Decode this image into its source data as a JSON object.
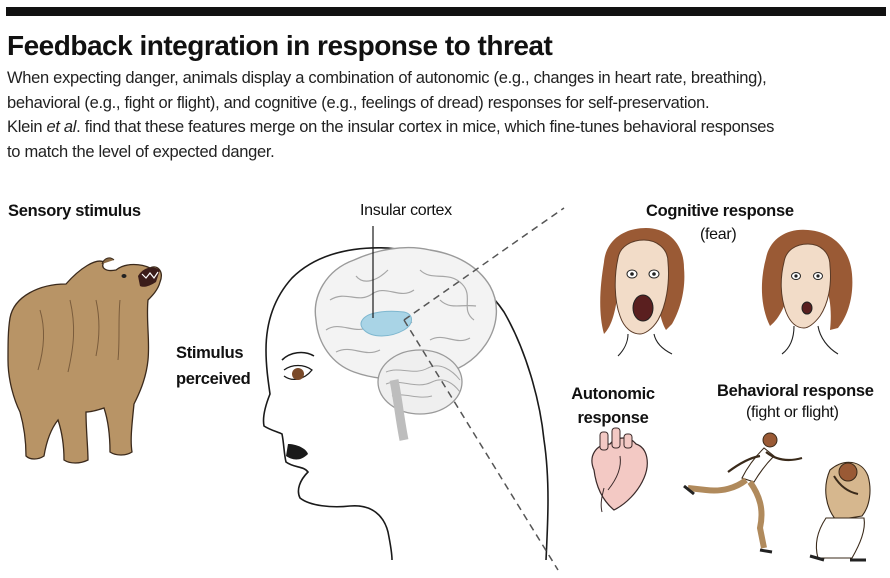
{
  "title": "Feedback integration in response to threat",
  "description": {
    "line1": "When expecting danger, animals display a combination of autonomic (e.g., changes in heart rate, breathing),",
    "line2": "behavioral (e.g., fight or flight), and cognitive (e.g., feelings of dread) responses for self-preservation.",
    "line3_before": "Klein ",
    "line3_italic": "et al",
    "line3_after": ". find that these features merge on the insular cortex in mice, which fine-tunes behavioral responses",
    "line4": "to match the level of expected danger."
  },
  "labels": {
    "sensory_stimulus": "Sensory stimulus",
    "stimulus_perceived_1": "Stimulus",
    "stimulus_perceived_2": "perceived",
    "insular_cortex": "Insular cortex",
    "cognitive_response": "Cognitive response",
    "cognitive_note": "(fear)",
    "autonomic_1": "Autonomic",
    "autonomic_2": "response",
    "behavioral_response": "Behavioral response",
    "behavioral_note": "(fight or flight)"
  },
  "colors": {
    "insular_highlight": "#a9d4e6",
    "bear_fur": "#b89466",
    "hair": "#9a5a35",
    "skin": "#f2dcc8",
    "heart": "#f3c9c4",
    "runner_pants": "#b08a5c"
  }
}
